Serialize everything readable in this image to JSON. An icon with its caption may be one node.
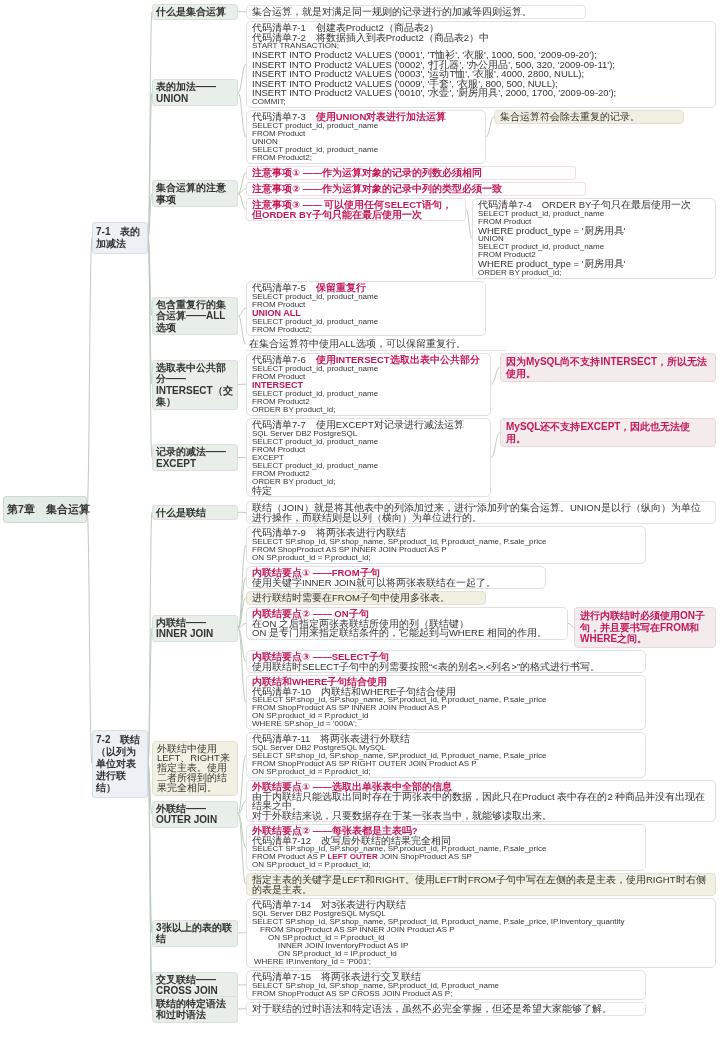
{
  "diagram": {
    "nodes": [
      {
        "text": [
          "第7章　集合运算"
        ]
      },
      {
        "text": [
          "7-1　表的加减法"
        ]
      },
      {
        "text": [
          "什么是集合运算"
        ]
      },
      {
        "text": [
          "集合运算，就是对满足同一规则的记录进行的加减等四则运算。"
        ]
      },
      {
        "text": [
          "表的加法——UNION"
        ]
      },
      {
        "text": [
          "代码清单7-1　创建表Product2（商品表2）",
          "代码清单7-2　将数据插入到表Product2（商品表2）中",
          "START TRANSACTION;",
          "INSERT INTO Product2 VALUES ('0001', 'T恤衫', '衣服', 1000, 500, '2009-09-20');",
          "INSERT INTO Product2 VALUES ('0002', '打孔器', '办公用品', 500, 320, '2009-09-11');",
          "INSERT INTO Product2 VALUES ('0003', '运动T恤', '衣服', 4000, 2800, NULL);",
          "INSERT INTO Product2 VALUES ('0009', '手套', '衣服', 800, 500, NULL);",
          "INSERT INTO Product2 VALUES ('0010', '水壶', '厨房用具', 2000, 1700, '2009-09-20');",
          "COMMIT;"
        ]
      },
      {
        "text": [
          "代码清单7-3　**使用UNION对表进行加法运算**",
          "SELECT product_id, product_name",
          "FROM Product",
          "UNION",
          "SELECT product_id, product_name",
          "FROM Product2;"
        ]
      },
      {
        "text": [
          "集合运算符会除去重复的记录。"
        ]
      },
      {
        "text": [
          "集合运算的注意事项"
        ]
      },
      {
        "text": [
          "注意事项① ——作为运算对象的记录的列数必须相同"
        ]
      },
      {
        "text": [
          "注意事项② ——作为运算对象的记录中列的类型必须一致"
        ]
      },
      {
        "text": [
          "注意事项③ —— 可以使用任何SELECT语句，但ORDER BY子句只能在最后使用一次"
        ]
      },
      {
        "text": [
          "代码清单7-4　ORDER BY子句只在最后使用一次",
          "SELECT product_id, product_name",
          "FROM Product",
          "WHERE product_type = '厨房用具'",
          "UNION",
          "SELECT product_id, product_name",
          "FROM Product2",
          "WHERE product_type = '厨房用具'",
          "ORDER BY product_id;"
        ]
      },
      {
        "text": [
          "包含重复行的集合运算——ALL选项"
        ]
      },
      {
        "text": [
          "代码清单7-5　**保留重复行**",
          "SELECT product_id, product_name",
          "FROM Product",
          "UNION ALL",
          "SELECT product_id, product_name",
          "FROM Product2;"
        ]
      },
      {
        "text": [
          "在集合运算符中使用ALL选项，可以保留重复行。"
        ]
      },
      {
        "text": [
          "选取表中公共部分——INTERSECT（交集）"
        ]
      },
      {
        "text": [
          "代码清单7-6　**使用INTERSECT选取出表中公共部分**",
          "SELECT product_id, product_name",
          "FROM Product",
          "INTERSECT",
          "SELECT product_id, product_name",
          "FROM Product2",
          "ORDER BY product_id;"
        ]
      },
      {
        "text": [
          "因为MySQL尚不支持INTERSECT，所以无法使用。"
        ]
      },
      {
        "text": [
          "记录的减法——EXCEPT"
        ]
      },
      {
        "text": [
          "代码清单7-7　使用EXCEPT对记录进行减法运算",
          "SQL Server DB2 PostgreSQL",
          "SELECT product_id, product_name",
          "FROM Product",
          "EXCEPT",
          "SELECT product_id, product_name",
          "FROM Product2",
          "ORDER BY product_id;",
          "特定"
        ]
      },
      {
        "text": [
          "MySQL还不支持EXCEPT，因此也无法使用。"
        ]
      },
      {
        "text": [
          "7-2　联结（以列为单位对表进行联结）"
        ]
      },
      {
        "text": [
          "什么是联结"
        ]
      },
      {
        "text": [
          "联结（JOIN）就是将其他表中的列添加过来，进行“添加列”的集合运算。UNION是以行（纵向）为单位进行操作，而联结则是以列（横向）为单位进行的。"
        ]
      },
      {
        "text": [
          "内联结——INNER JOIN"
        ]
      },
      {
        "text": [
          "代码清单7-9　将两张表进行内联结",
          "SELECT SP.shop_id, SP.shop_name, SP.product_id, P.product_name, P.sale_price",
          "FROM ShopProduct AS SP INNER JOIN Product AS P",
          "ON SP.product_id = P.product_id;"
        ]
      },
      {
        "text": [
          "内联结要点① ——FROM子句",
          "使用关键字INNER JOIN就可以将两张表联结在一起了。"
        ]
      },
      {
        "text": [
          "进行联结时需要在FROM子句中使用多张表。"
        ]
      },
      {
        "text": [
          "内联结要点② —— ON子句",
          "在ON 之后指定两张表联结所使用的列（联结键）",
          "ON 是专门用来指定联结条件的，它能起到与WHERE 相同的作用。"
        ]
      },
      {
        "text": [
          "进行内联结时必须使用ON子句，并且要书写在FROM和WHERE之间。"
        ]
      },
      {
        "text": [
          "内联结要点③ ——SELECT子句",
          "使用联结时SELECT子句中的列需要按照“<表的别名>.<列名>”的格式进行书写。"
        ]
      },
      {
        "text": [
          "内联结和WHERE子句结合使用",
          "代码清单7-10　内联结和WHERE子句结合使用",
          "SELECT SP.shop_id, SP.shop_name, SP.product_id, P.product_name, P.sale_price",
          "FROM ShopProduct AS SP INNER JOIN Product AS P",
          "ON SP.product_id = P.product_id",
          "WHERE SP.shop_id = '000A';"
        ]
      },
      {
        "text": [
          "外联结——OUTER JOIN"
        ],
        "beside": [
          "外联结中使用LEFT、RIGHT来指定主表。使用二者所得到的结果完全相同。"
        ]
      },
      {
        "text": [
          "代码清单7-11　将两张表进行外联结",
          "SQL Server DB2 PostgreSQL MySQL",
          "SELECT SP.shop_id, SP.shop_name, SP.product_id, P.product_name, P.sale_price",
          "FROM ShopProduct AS SP RIGHT OUTER JOIN Product AS P",
          "ON SP.product_id = P.product_id;"
        ]
      },
      {
        "text": [
          "外联结要点① ——选取出单张表中全部的信息",
          "由于内联结只能选取出同时存在于两张表中的数据，因此只在Product 表中存在的2 种商品并没有出现在结果之中。",
          "对于外联结来说，只要数据存在于某一张表当中，就能够读取出来。"
        ]
      },
      {
        "text": [
          "外联结要点② ——每张表都是主表吗?",
          "代码清单7-12　改写后外联结的结果完全相同",
          "SELECT SP.shop_id, SP.shop_name, SP.product_id, P.product_name, P.sale_price",
          "FROM Product AS P **LEFT OUTER** JOIN ShopProduct AS SP",
          "ON SP.product_id = P.product_id;"
        ]
      },
      {
        "text": [
          "指定主表的关键字是LEFT和RIGHT。使用LEFT时FROM子句中写在左侧的表是主表，使用RIGHT时右侧的表是主表。"
        ]
      },
      {
        "text": [
          "3张以上的表的联结"
        ]
      },
      {
        "text": [
          "代码清单7-14　对3张表进行内联结",
          "SQL Server DB2 PostgreSQL MySQL",
          "SELECT SP.shop_id, SP.shop_name, SP.product_id, P.product_name, P.sale_price, IP.inventory_quantity",
          "FROM ShopProduct AS SP INNER JOIN Product AS P",
          "ON SP.product_id = P.product_id",
          "INNER JOIN InventoryProduct AS IP",
          "ON SP.product_id = IP.product_id",
          "WHERE IP.inventory_id = 'P001';"
        ]
      },
      {
        "text": [
          "交叉联结——CROSS JOIN"
        ]
      },
      {
        "text": [
          "代码清单7-15　将两张表进行交叉联结",
          "SELECT SP.shop_id, SP.shop_name, SP.product_id, P.product_name",
          "FROM ShopProduct AS SP CROSS JOIN Product AS P;"
        ]
      },
      {
        "text": [
          "联结的特定语法和过时语法"
        ]
      },
      {
        "text": [
          "对于联结的过时语法和特定语法，虽然不必完全掌握，但还是希望大家能够了解。"
        ]
      }
    ],
    "edges": [
      {
        "from": 0,
        "to": 1,
        "arrow": "none"
      },
      {
        "from": 0,
        "to": 22,
        "arrow": "none"
      },
      {
        "from": 1,
        "to": 2,
        "arrow": "none"
      },
      {
        "from": 2,
        "to": 3,
        "arrow": "none"
      },
      {
        "from": 1,
        "to": 4,
        "arrow": "none"
      },
      {
        "from": 4,
        "to": 5,
        "arrow": "none"
      },
      {
        "from": 4,
        "to": 6,
        "arrow": "none"
      },
      {
        "from": 6,
        "to": 7,
        "arrow": "none"
      },
      {
        "from": 1,
        "to": 8,
        "arrow": "none"
      },
      {
        "from": 8,
        "to": 9,
        "arrow": "none"
      },
      {
        "from": 8,
        "to": 10,
        "arrow": "none"
      },
      {
        "from": 8,
        "to": 11,
        "arrow": "none"
      },
      {
        "from": 11,
        "to": 12,
        "arrow": "none"
      },
      {
        "from": 1,
        "to": 13,
        "arrow": "none"
      },
      {
        "from": 13,
        "to": 14,
        "arrow": "none"
      },
      {
        "from": 13,
        "to": 15,
        "arrow": "none"
      },
      {
        "from": 1,
        "to": 16,
        "arrow": "none"
      },
      {
        "from": 16,
        "to": 17,
        "arrow": "none"
      },
      {
        "from": 17,
        "to": 18,
        "arrow": "none"
      },
      {
        "from": 1,
        "to": 19,
        "arrow": "none"
      },
      {
        "from": 19,
        "to": 20,
        "arrow": "none"
      },
      {
        "from": 20,
        "to": 21,
        "arrow": "none"
      },
      {
        "from": 22,
        "to": 23,
        "arrow": "none"
      },
      {
        "from": 23,
        "to": 24,
        "arrow": "none"
      },
      {
        "from": 22,
        "to": 25,
        "arrow": "none"
      },
      {
        "from": 25,
        "to": 26,
        "arrow": "none"
      },
      {
        "from": 25,
        "to": 27,
        "arrow": "none"
      },
      {
        "from": 25,
        "to": 28,
        "arrow": "none"
      },
      {
        "from": 25,
        "to": 29,
        "arrow": "none"
      },
      {
        "from": 29,
        "to": 30,
        "arrow": "none"
      },
      {
        "from": 25,
        "to": 31,
        "arrow": "none"
      },
      {
        "from": 25,
        "to": 32,
        "arrow": "none"
      },
      {
        "from": 22,
        "to": 33,
        "arrow": "none"
      },
      {
        "from": 33,
        "to": 34,
        "arrow": "none"
      },
      {
        "from": 33,
        "to": 35,
        "arrow": "none"
      },
      {
        "from": 33,
        "to": 36,
        "arrow": "none"
      },
      {
        "from": 33,
        "to": 37,
        "arrow": "none"
      },
      {
        "from": 22,
        "to": 38,
        "arrow": "none"
      },
      {
        "from": 38,
        "to": 39,
        "arrow": "none"
      },
      {
        "from": 22,
        "to": 40,
        "arrow": "none"
      },
      {
        "from": 40,
        "to": 41,
        "arrow": "none"
      },
      {
        "from": 22,
        "to": 42,
        "arrow": "none"
      },
      {
        "from": 42,
        "to": 43,
        "arrow": "none"
      }
    ]
  }
}
